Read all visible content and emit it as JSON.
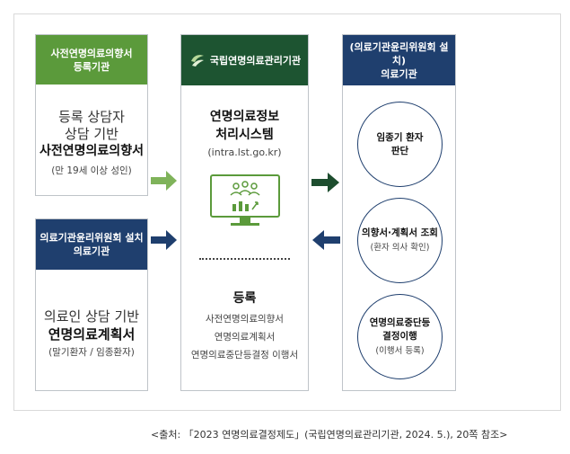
{
  "left_top": {
    "header": [
      "사전연명의료의향서",
      "등록기관"
    ],
    "line1": "등록 상담자",
    "line2": "상담 기반",
    "line3": "사전연명의료의향서",
    "line4": "(만 19세 이상 성인)"
  },
  "left_bottom": {
    "header": [
      "의료기관윤리위원회 설치",
      "의료기관"
    ],
    "line1": "의료인 상담 기반",
    "line2": "연명의료계획서",
    "line3": "(말기환자 / 임종환자)"
  },
  "center": {
    "header": "국립연명의료관리기관",
    "title1": "연명의료정보",
    "title2": "처리시스템",
    "url": "(intra.lst.go.kr)",
    "reg_title": "등록",
    "reg_items": [
      "사전연명의료의향서",
      "연명의료계획서",
      "연명의료중단등결정 이행서"
    ]
  },
  "right": {
    "header": [
      "(의료기관윤리위원회 설치)",
      "의료기관"
    ],
    "circles": [
      {
        "title1": "임종기 환자",
        "title2": "판단",
        "sub": ""
      },
      {
        "title1": "의향서·계획서 조회",
        "title2": "",
        "sub": "(환자 의사 확인)"
      },
      {
        "title1": "연명의료중단등",
        "title2": "결정이행",
        "sub": "(이행서 등록)"
      }
    ]
  },
  "source": "<출처: 「2023 연명의료결정제도」(국립연명의료관리기관, 2024. 5.), 20쪽 참조>",
  "colors": {
    "green": "#5b9a3b",
    "navy": "#1f3f6e",
    "dark_green": "#1d5431",
    "arrow_dark": "#1d4d2e"
  }
}
